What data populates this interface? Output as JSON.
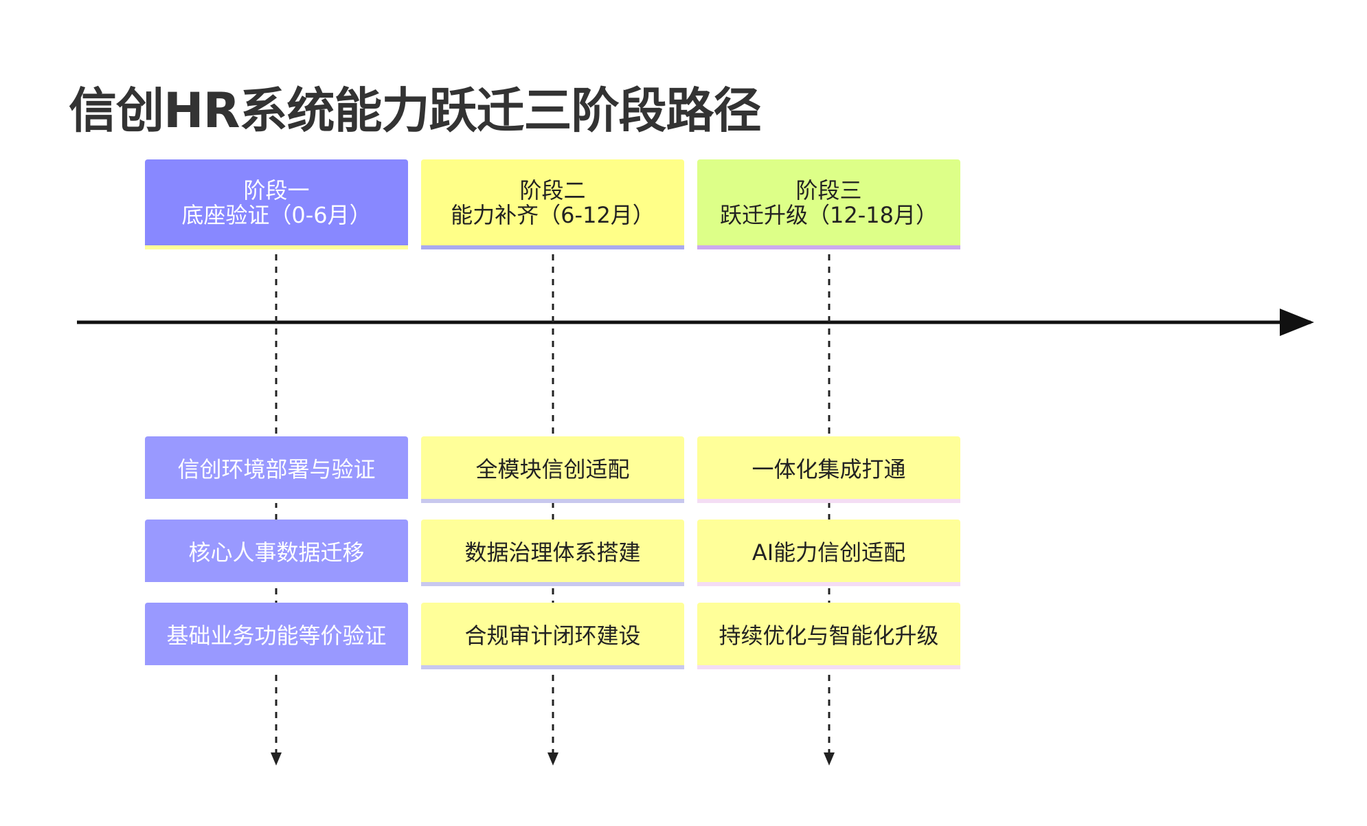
{
  "title": "信创HR系统能力跃迁三阶段路径",
  "colors": {
    "stage1": "#8888ff",
    "stage2": "#ffff88",
    "stage3": "#ddff88",
    "axis": "#111111"
  },
  "stages": [
    {
      "label": "阶段一",
      "period": "底座验证（0-6月）",
      "items": [
        "信创环境部署与验证",
        "核心人事数据迁移",
        "基础业务功能等价验证"
      ]
    },
    {
      "label": "阶段二",
      "period": "能力补齐（6-12月）",
      "items": [
        "全模块信创适配",
        "数据治理体系搭建",
        "合规审计闭环建设"
      ]
    },
    {
      "label": "阶段三",
      "period": "跃迁升级（12-18月）",
      "items": [
        "一体化集成打通",
        "AI能力信创适配",
        "持续优化与智能化升级"
      ]
    }
  ]
}
